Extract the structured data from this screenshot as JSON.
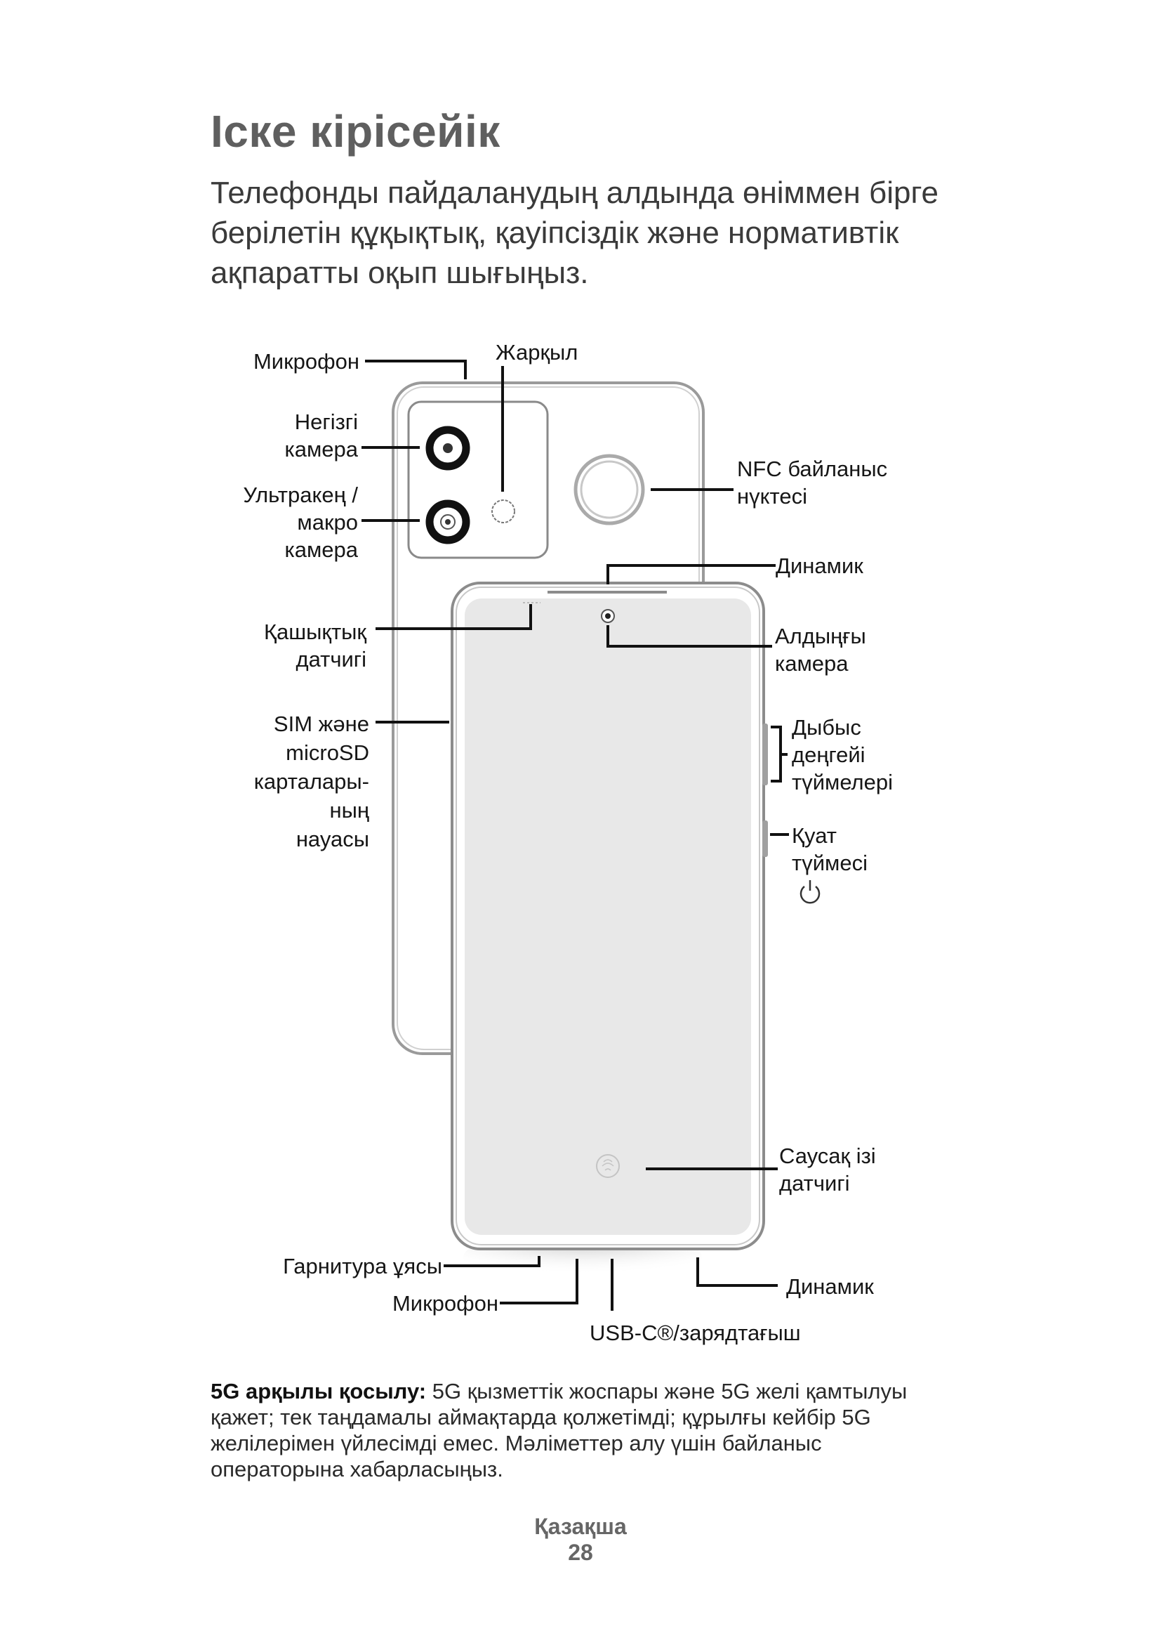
{
  "header": {
    "title": "Іске кірісейік",
    "intro": "Телефонды пайдаланудың алдында өніммен бірге берілетін құқықтық, қауіпсіздік және нормативтік ақпаратты оқып шығыңыз."
  },
  "diagram": {
    "labels": {
      "mic_top": "Микрофон",
      "flash": "Жарқыл",
      "main_camera": [
        "Негізгі",
        "камера"
      ],
      "ultrawide_camera": [
        "Ультракең /",
        "макро",
        "камера"
      ],
      "nfc": [
        "NFC байланыс",
        "нүктесі"
      ],
      "speaker_top": "Динамик",
      "proximity_sensor": [
        "Қашықтық",
        "датчигі"
      ],
      "front_camera": [
        "Алдыңғы",
        "камера"
      ],
      "sim_tray": [
        "SIM және",
        "microSD",
        "карталары-",
        "ның",
        "науасы"
      ],
      "volume_buttons": [
        "Дыбыс",
        "деңгейі",
        "түймелері"
      ],
      "power_button": [
        "Қуат",
        "түймесі"
      ],
      "fingerprint": [
        "Саусақ ізі",
        "датчигі"
      ],
      "headset_jack": "Гарнитура ұясы",
      "mic_bottom": "Микрофон",
      "usb_c": "USB-C®/зарядтағыш",
      "speaker_bottom": "Динамик"
    },
    "icons": {
      "power": "power-icon",
      "fingerprint": "fingerprint-icon"
    }
  },
  "note": {
    "bold": "5G арқылы қосылу:",
    "text": " 5G қызметтік жоспары және 5G желі қамтылуы қажет; тек таңдамалы аймақтарда қолжетімді; құрылғы кейбір 5G желілерімен үйлесімді емес. Мәліметтер алу үшін байланыс операторына хабарласыңыз."
  },
  "footer": {
    "language": "Қазақша",
    "page_number": "28"
  }
}
